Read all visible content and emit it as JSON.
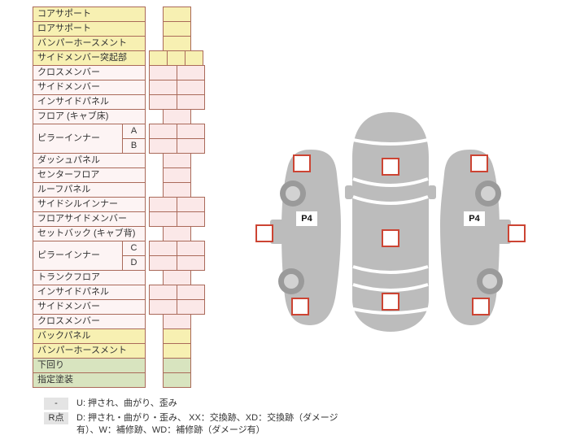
{
  "colors": {
    "border": "#aa6a5a",
    "yellow_bg": "#f7f0b2",
    "pink_bg": "#fbe8e8",
    "pink_label_bg": "#fdf4f4",
    "green_bg": "#d8e4bf",
    "checkbox_border": "#cc4433",
    "car_gray": "#bcbcbc",
    "wheel_ring": "#9a9a9a",
    "wheel_center": "#d2d2d2",
    "legend_key_bg": "#e4e4e4"
  },
  "table": {
    "rows": [
      {
        "label": "コアサポート",
        "type": "yellow",
        "cells": 1
      },
      {
        "label": "ロアサポート",
        "type": "yellow",
        "cells": 1
      },
      {
        "label": "バンパーホースメント",
        "type": "yellow",
        "cells": 1
      },
      {
        "label": "サイドメンバー突起部",
        "type": "yellow",
        "cells": 3
      },
      {
        "label": "クロスメンバー",
        "type": "pink",
        "cells": 2
      },
      {
        "label": "サイドメンバー",
        "type": "pink",
        "cells": 2
      },
      {
        "label": "インサイドパネル",
        "type": "pink",
        "cells": 2
      },
      {
        "label": "フロア (キャブ床)",
        "type": "pink",
        "cells": 1
      },
      {
        "label": "ピラーインナー",
        "sub": "A",
        "type": "pink",
        "cells": 2,
        "group": "start"
      },
      {
        "label": "",
        "sub": "B",
        "type": "pink",
        "cells": 2,
        "group": "end"
      },
      {
        "label": "ダッシュパネル",
        "type": "pink",
        "cells": 1
      },
      {
        "label": "センターフロア",
        "type": "pink",
        "cells": 1
      },
      {
        "label": "ルーフパネル",
        "type": "pink",
        "cells": 1
      },
      {
        "label": "サイドシルインナー",
        "type": "pink",
        "cells": 2
      },
      {
        "label": "フロアサイドメンバー",
        "type": "pink",
        "cells": 2
      },
      {
        "label": "セットバック (キャブ背)",
        "type": "pink",
        "cells": 1
      },
      {
        "label": "ピラーインナー",
        "sub": "C",
        "type": "pink",
        "cells": 2,
        "group": "start"
      },
      {
        "label": "",
        "sub": "D",
        "type": "pink",
        "cells": 2,
        "group": "end"
      },
      {
        "label": "トランクフロア",
        "type": "pink",
        "cells": 1
      },
      {
        "label": "インサイドパネル",
        "type": "pink",
        "cells": 2
      },
      {
        "label": "サイドメンバー",
        "type": "pink",
        "cells": 2
      },
      {
        "label": "クロスメンバー",
        "type": "pink",
        "cells": 1
      },
      {
        "label": "バックパネル",
        "type": "yellow",
        "cells": 1
      },
      {
        "label": "バンパーホースメント",
        "type": "yellow",
        "cells": 1
      },
      {
        "label": "下回り",
        "type": "green",
        "cells": 1
      },
      {
        "label": "指定塗装",
        "type": "green",
        "cells": 1
      }
    ]
  },
  "diagram": {
    "left_view_marker": "P4",
    "right_view_marker": "P4"
  },
  "legend": {
    "rows": [
      {
        "key": "-",
        "text": "U: 押され、曲がり、歪み"
      },
      {
        "key": "R点",
        "text": "D: 押され・曲がり・歪み、 XX：交換跡、XD：交換跡（ダメージ有）、W：補修跡、WD：補修跡（ダメージ有）"
      }
    ]
  }
}
